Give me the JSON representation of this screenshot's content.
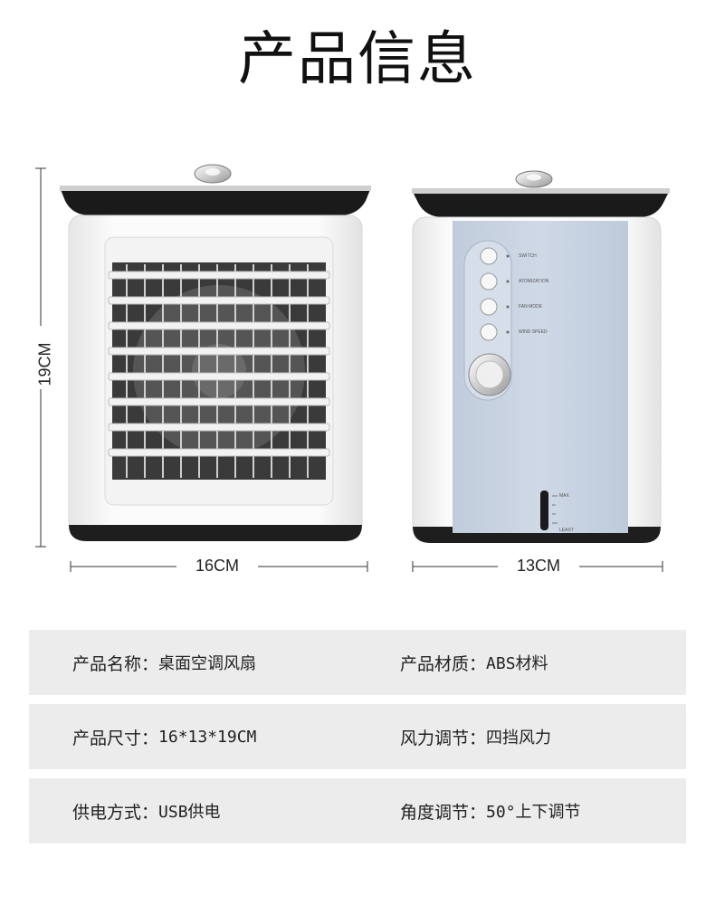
{
  "page_title": "产品信息",
  "dimensions": {
    "height": "19CM",
    "width": "16CM",
    "depth": "13CM"
  },
  "control_panel": {
    "buttons": [
      "SWITCH",
      "ATOMIZATION",
      "FAN MODE",
      "WIND SPEED"
    ],
    "gauge_max": "MAX",
    "gauge_min": "LEAST"
  },
  "specs": [
    {
      "left_key": "产品名称：",
      "left_value": "桌面空调风扇",
      "right_key": "产品材质：",
      "right_value": "ABS材料"
    },
    {
      "left_key": "产品尺寸：",
      "left_value": "16*13*19CM",
      "right_key": "风力调节：",
      "right_value": "四挡风力"
    },
    {
      "left_key": "供电方式：",
      "left_value": "USB供电",
      "right_key": "角度调节：",
      "right_value": "50°上下调节"
    }
  ],
  "colors": {
    "panel_blue": "#c9d4e2",
    "body_white": "#fafafa",
    "lid_black": "#1a1a1a",
    "row_bg": "#ececec"
  }
}
